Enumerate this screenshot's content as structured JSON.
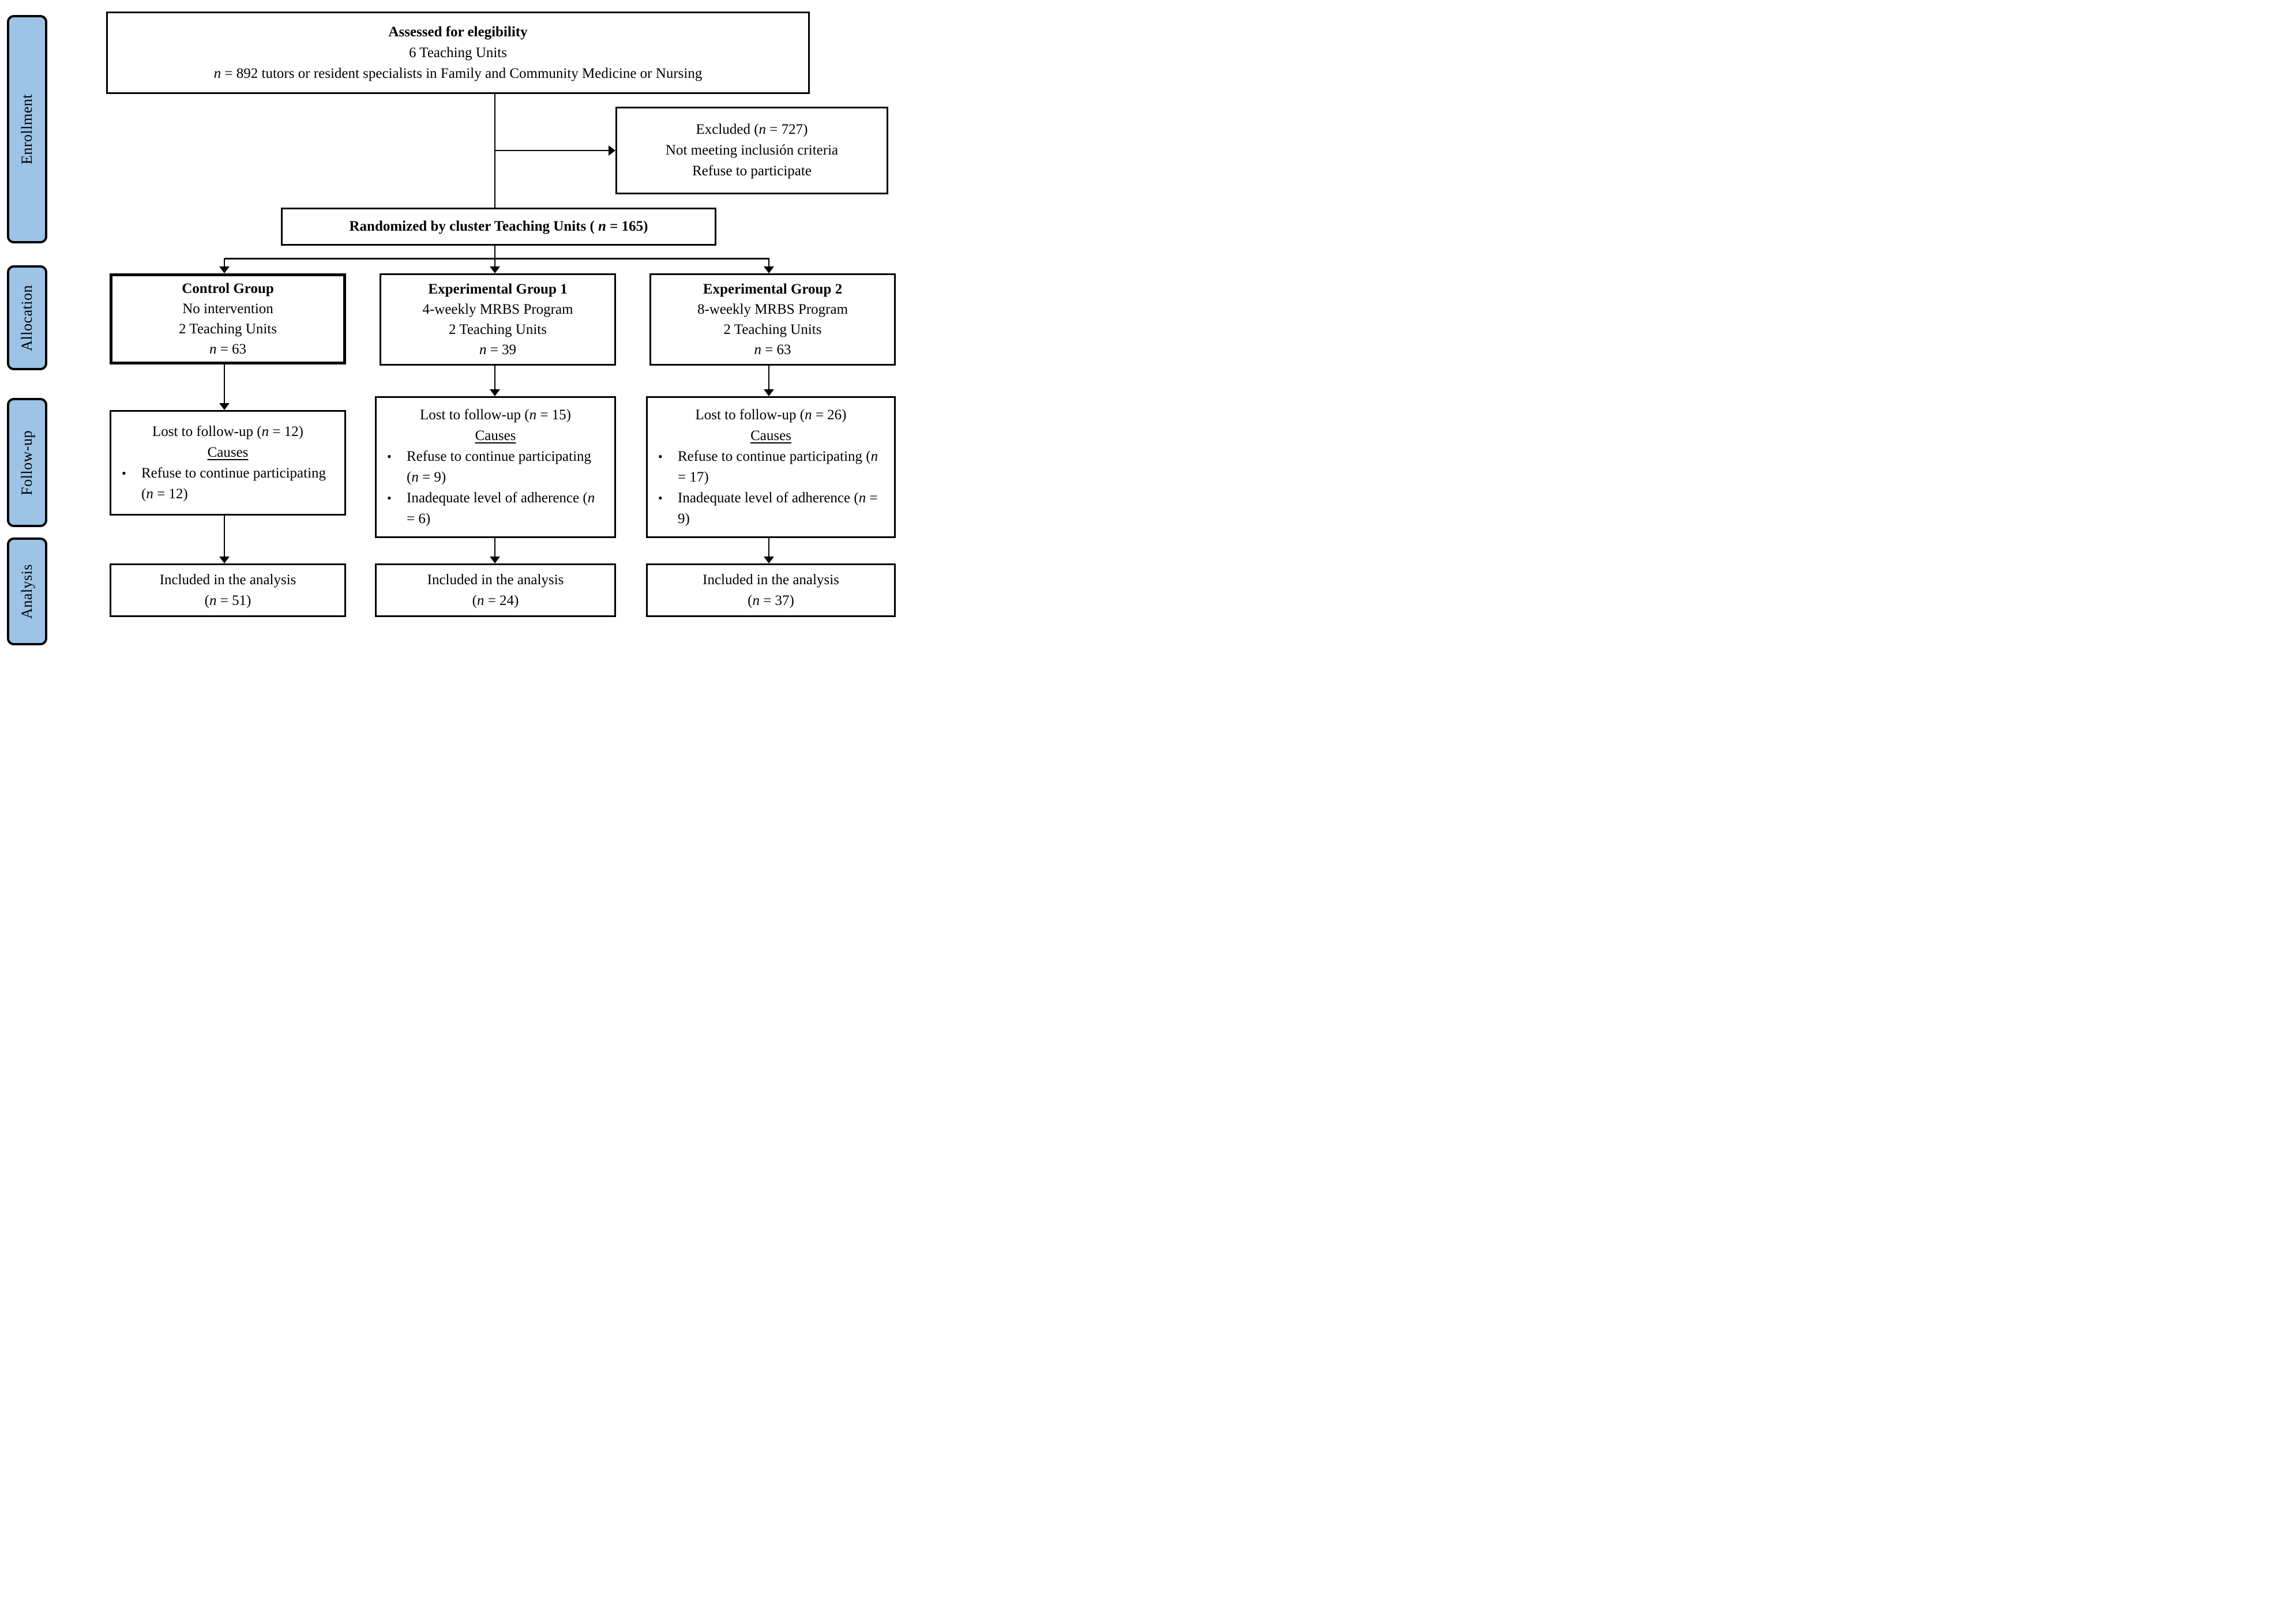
{
  "figure": {
    "type": "consort-flow-diagram",
    "accent_fill": "#9dc3e6",
    "line_color": "#000000"
  },
  "glyphs": {
    "bullet": "•"
  },
  "sidebar": {
    "stages": [
      {
        "label": "Enrollment"
      },
      {
        "label": "Allocation"
      },
      {
        "label": "Follow-up"
      },
      {
        "label": "Analysis"
      }
    ]
  },
  "enrollment": {
    "assessed": {
      "title": "Assessed for elegibility",
      "line2": "6 Teaching Units",
      "line3": "n = 892 tutors or resident specialists in Family and Community Medicine or Nursing"
    },
    "excluded": {
      "line1": "Excluded (n = 727)",
      "line2": "Not meeting inclusión criteria",
      "line3": "Refuse to participate"
    },
    "randomized": {
      "title": "Randomized by cluster Teaching Units ( n = 165)"
    }
  },
  "allocation": {
    "groups": [
      {
        "title": "Control Group",
        "line2": "No intervention",
        "line3": "2 Teaching Units",
        "line4": "n = 63"
      },
      {
        "title": "Experimental Group 1",
        "line2": "4-weekly MRBS Program",
        "line3": "2 Teaching Units",
        "line4": "n = 39"
      },
      {
        "title": "Experimental Group 2",
        "line2": "8-weekly MRBS Program",
        "line3": "2 Teaching Units",
        "line4": "n = 63"
      }
    ]
  },
  "followup": {
    "causes_label": "Causes",
    "boxes": [
      {
        "title": "Lost to follow-up (n = 12)",
        "causes": [
          "Refuse to continue participating (n = 12)"
        ]
      },
      {
        "title": "Lost to follow-up (n = 15)",
        "causes": [
          "Refuse to continue participating (n = 9)",
          "Inadequate level of adherence (n = 6)"
        ]
      },
      {
        "title": "Lost to follow-up (n = 26)",
        "causes": [
          "Refuse to continue participating (n = 17)",
          "Inadequate level of adherence (n = 9)"
        ]
      }
    ]
  },
  "analysis": {
    "boxes": [
      {
        "line1": "Included in the analysis",
        "line2": "(n = 51)"
      },
      {
        "line1": "Included in the analysis",
        "line2": "(n = 24)"
      },
      {
        "line1": "Included in the analysis",
        "line2": "(n = 37)"
      }
    ]
  }
}
